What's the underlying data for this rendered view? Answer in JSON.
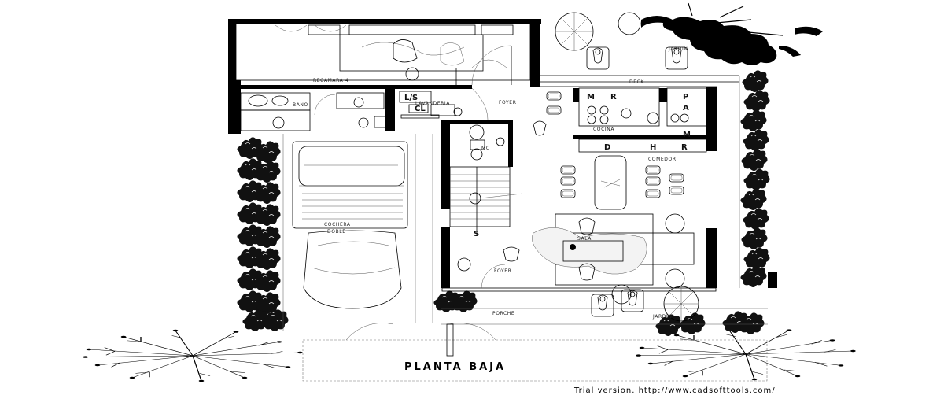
{
  "rooms": {
    "recamara": "RECAMARA 4",
    "bano": "BAÑO",
    "lavanderia": "LAVANDERIA",
    "jardin_top": "JARDIN",
    "deck": "DECK",
    "foyer_top": "FOYER",
    "cocina": "COCINA",
    "comedor": "COMEDOR",
    "cochera": "COCHERA",
    "doble": "DOBLE",
    "sala": "SALA",
    "foyer_bottom": "FOYER",
    "porche": "PORCHE",
    "jardin_bottom": "JARDIN"
  },
  "labels": {
    "ls": "L/S",
    "cl": "CL",
    "mc": "MC",
    "stair_s": "S"
  },
  "kitchen_letters": {
    "m1": "M",
    "r1": "R",
    "p": "P",
    "a": "A",
    "m2": "M",
    "d": "D",
    "h": "H",
    "r2": "R"
  },
  "title": "PLANTA BAJA",
  "watermark": "Trial version. http://www.cadsofttools.com/"
}
